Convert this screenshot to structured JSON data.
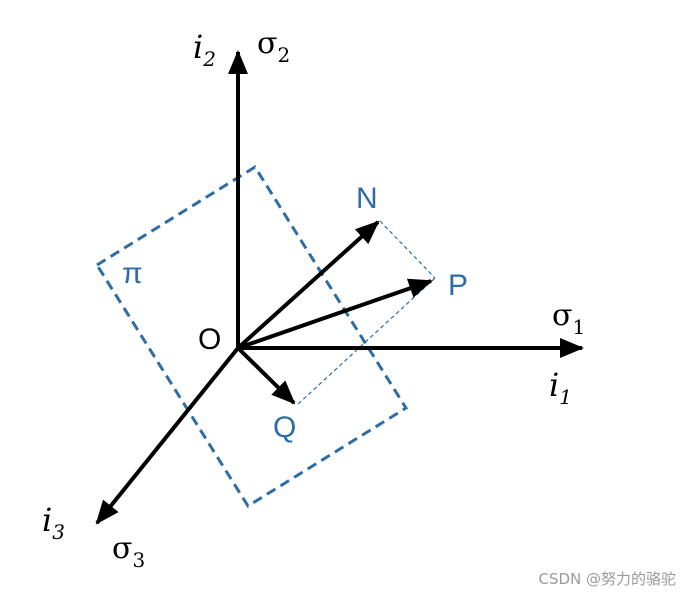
{
  "labels": {
    "origin": "O",
    "normal": "N",
    "point": "P",
    "projection": "Q",
    "plane": "π",
    "sigma1": {
      "base": "σ",
      "sub": "1"
    },
    "sigma2": {
      "base": "σ",
      "sub": "2"
    },
    "sigma3": {
      "base": "σ",
      "sub": "3"
    },
    "i1": {
      "base": "i",
      "sub": "1"
    },
    "i2": {
      "base": "i",
      "sub": "2"
    },
    "i3": {
      "base": "i",
      "sub": "3"
    }
  },
  "watermark": "CSDN @努力的骆驼",
  "colors": {
    "axis": "#000000",
    "plane_and_labels": "#2e6da4",
    "watermark": "#9a9a9a"
  }
}
